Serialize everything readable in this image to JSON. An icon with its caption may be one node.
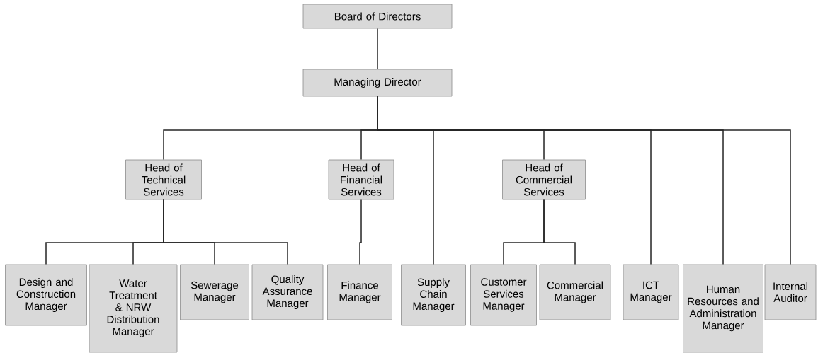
{
  "diagram": {
    "nodes": [
      {
        "text": [
          "Board of Directors"
        ]
      },
      {
        "text": [
          "Managing Director"
        ]
      },
      {
        "text": [
          "Head of Technical Services"
        ]
      },
      {
        "text": [
          "Head of Financial Services"
        ]
      },
      {
        "text": [
          "Head of Commercial Services"
        ]
      },
      {
        "text": [
          "Design and Construction Manager"
        ]
      },
      {
        "text": [
          "Water Treatment & NRW Distribution Manager"
        ]
      },
      {
        "text": [
          "Sewerage Manager"
        ]
      },
      {
        "text": [
          "Quality Assurance Manager"
        ]
      },
      {
        "text": [
          "Finance Manager"
        ]
      },
      {
        "text": [
          "Supply Chain Manager"
        ]
      },
      {
        "text": [
          "Customer Services Manager"
        ]
      },
      {
        "text": [
          "Commercial Manager"
        ]
      },
      {
        "text": [
          "ICT Manager"
        ]
      },
      {
        "text": [
          "Human Resources and Administration Manager"
        ]
      },
      {
        "text": [
          "Internal Auditor"
        ]
      }
    ],
    "edges": [
      {
        "from": 0,
        "to": 1,
        "arrow": "none"
      },
      {
        "from": 1,
        "to": 2,
        "arrow": "none"
      },
      {
        "from": 1,
        "to": 3,
        "arrow": "none"
      },
      {
        "from": 1,
        "to": 10,
        "arrow": "none"
      },
      {
        "from": 1,
        "to": 4,
        "arrow": "none"
      },
      {
        "from": 1,
        "to": 13,
        "arrow": "none"
      },
      {
        "from": 1,
        "to": 14,
        "arrow": "none"
      },
      {
        "from": 1,
        "to": 15,
        "arrow": "none"
      },
      {
        "from": 2,
        "to": 5,
        "arrow": "none"
      },
      {
        "from": 2,
        "to": 6,
        "arrow": "none"
      },
      {
        "from": 2,
        "to": 7,
        "arrow": "none"
      },
      {
        "from": 2,
        "to": 8,
        "arrow": "none"
      },
      {
        "from": 3,
        "to": 9,
        "arrow": "none"
      },
      {
        "from": 4,
        "to": 11,
        "arrow": "none"
      },
      {
        "from": 4,
        "to": 12,
        "arrow": "none"
      }
    ]
  }
}
